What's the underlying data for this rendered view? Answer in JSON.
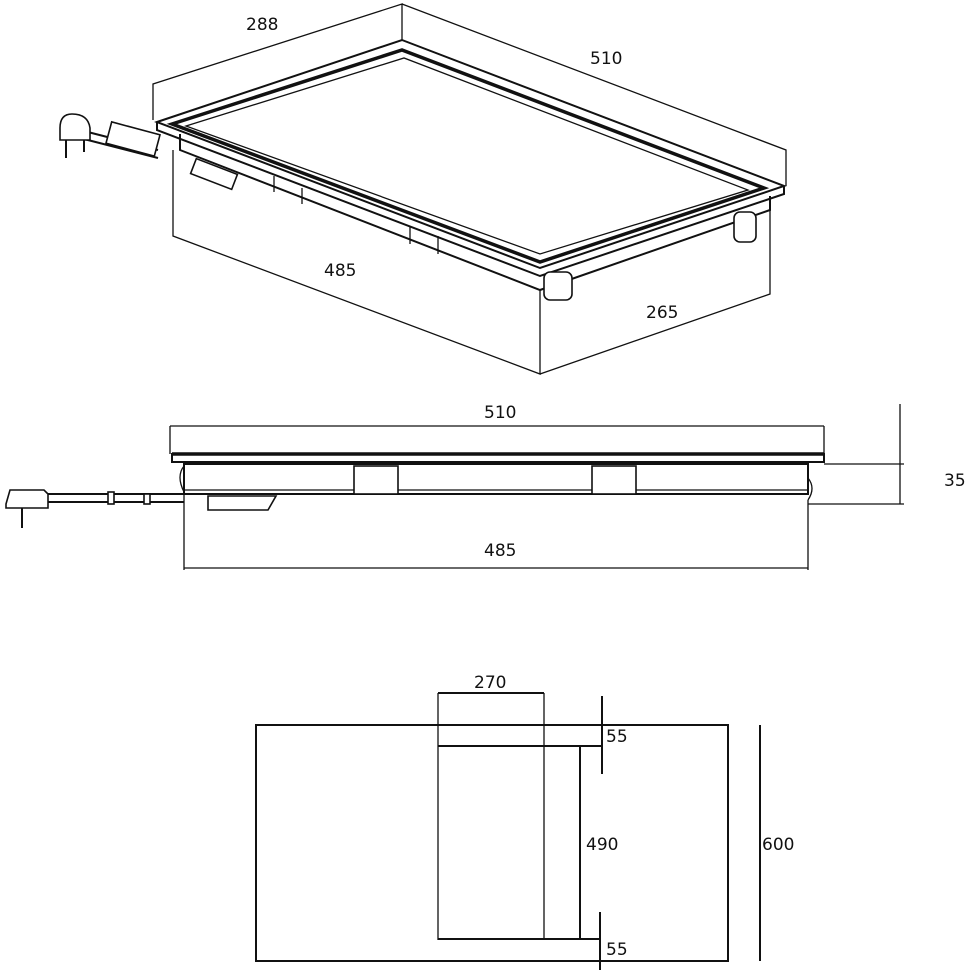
{
  "drawing": {
    "title": "Domino induction hob dimensional drawing",
    "line_color": "#111111",
    "background": "#ffffff"
  },
  "isometric_view": {
    "dim_depth_top": "288",
    "dim_width_top": "510",
    "dim_width_body": "485",
    "dim_depth_body": "265"
  },
  "side_view": {
    "dim_width_top": "510",
    "dim_width_body": "485",
    "dim_height": "35"
  },
  "cutout_view": {
    "dim_cutout_width": "270",
    "dim_margin_top": "55",
    "dim_cutout_depth": "490",
    "dim_margin_bottom": "55",
    "dim_worktop_depth": "600"
  }
}
